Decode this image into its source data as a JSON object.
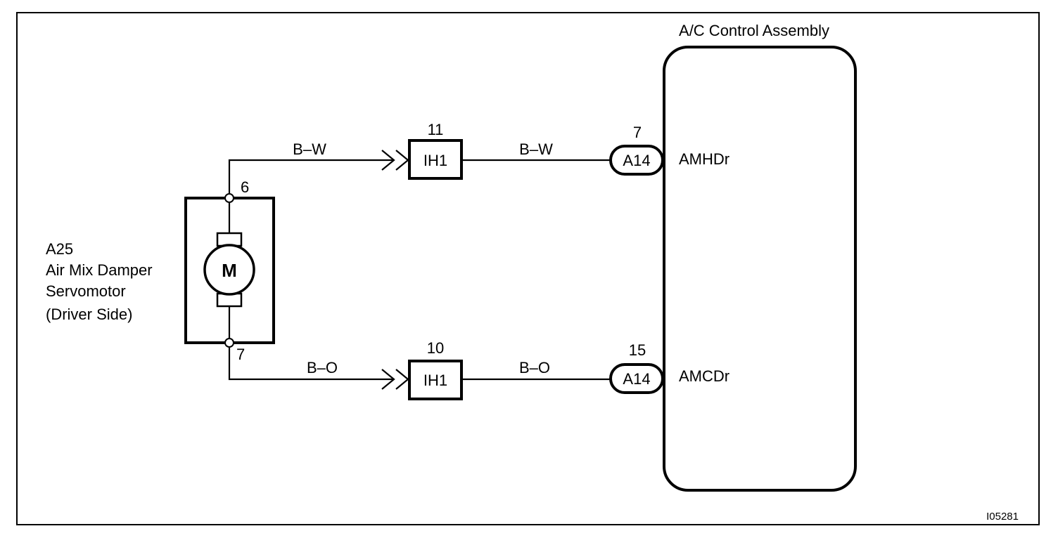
{
  "diagram": {
    "figure_id": "I05281",
    "control_assembly": {
      "title": "A/C Control Assembly",
      "terminals": [
        {
          "pin": "7",
          "connector": "A14",
          "signal": "AMHDr"
        },
        {
          "pin": "15",
          "connector": "A14",
          "signal": "AMCDr"
        }
      ]
    },
    "servomotor": {
      "code": "A25",
      "name_line1": "Air Mix Damper",
      "name_line2": "Servomotor",
      "name_line3": "(Driver Side)",
      "motor_symbol": "M",
      "pins": [
        "6",
        "7"
      ]
    },
    "junction": [
      {
        "pin": "11",
        "connector": "IH1"
      },
      {
        "pin": "10",
        "connector": "IH1"
      }
    ],
    "wires": [
      {
        "left_color": "B–W",
        "right_color": "B–W"
      },
      {
        "left_color": "B–O",
        "right_color": "B–O"
      }
    ]
  }
}
